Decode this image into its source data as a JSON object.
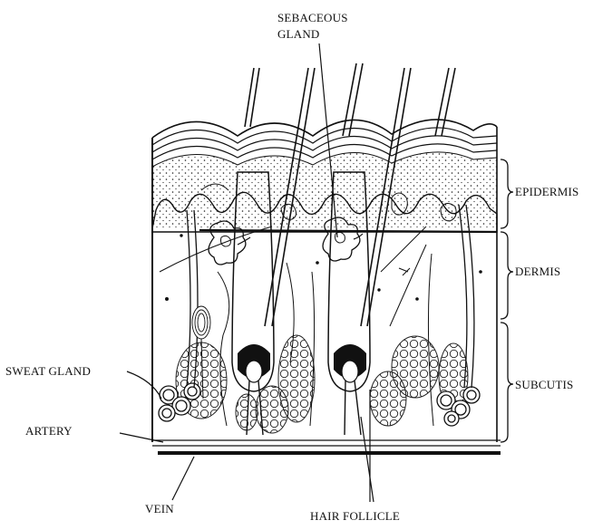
{
  "figure": {
    "labels": {
      "sebaceous_line1": "SEBACEOUS",
      "sebaceous_line2": "GLAND",
      "epidermis": "EPIDERMIS",
      "dermis": "DERMIS",
      "subcutis": "SUBCUTIS",
      "sweat_gland": "SWEAT GLAND",
      "artery": "ARTERY",
      "vein": "VEIN",
      "hair_follicle": "HAIR FOLLICLE"
    },
    "colors": {
      "ink": "#111111",
      "background": "#ffffff"
    }
  }
}
